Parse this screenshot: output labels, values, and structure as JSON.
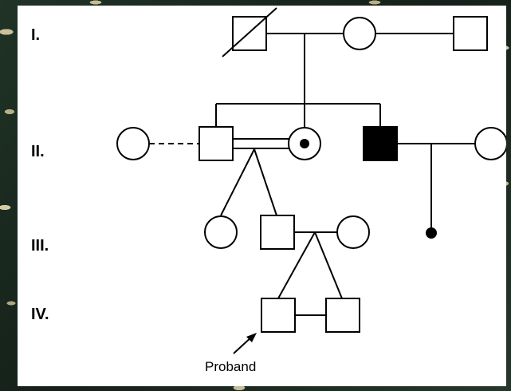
{
  "generations": {
    "gen1": "I.",
    "gen2": "II.",
    "gen3": "III.",
    "gen4": "IV."
  },
  "proband_label": "Proband",
  "colors": {
    "line": "#000000",
    "affected_fill": "#000000",
    "unaffected_fill": "#ffffff",
    "panel_background": "#ffffff"
  },
  "icons": {
    "deceased": "diagonal-slash",
    "carrier": "center-dot",
    "affected": "filled-symbol",
    "non-viable": "small-filled-dot",
    "consanguinity": "double-line",
    "non-marital": "dashed-line"
  }
}
